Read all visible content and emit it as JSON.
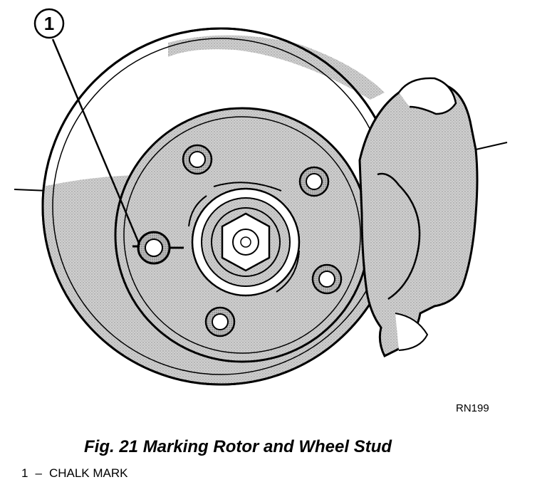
{
  "callouts": [
    {
      "number": "1"
    }
  ],
  "figure_code": "RN199",
  "caption": "Fig. 21 Marking Rotor and Wheel Stud",
  "legend": [
    {
      "number": "1",
      "separator": "–",
      "label": "CHALK MARK"
    }
  ],
  "icons": [
    "brake-rotor",
    "wheel-hub",
    "wheel-stud",
    "brake-caliper"
  ]
}
